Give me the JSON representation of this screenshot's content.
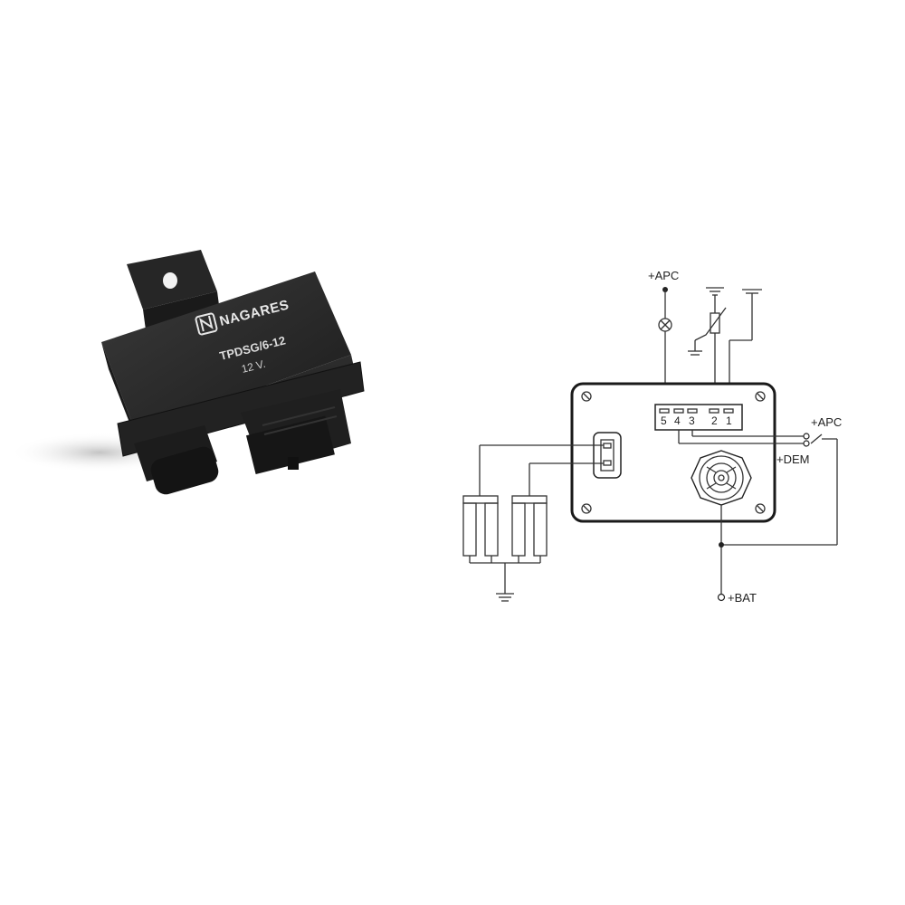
{
  "product": {
    "brand": "NAGARES",
    "model": "TPDSG/6-12",
    "voltage": "12 V.",
    "body_color": "#2a2a2a"
  },
  "diagram": {
    "labels": {
      "apc_top": "+APC",
      "apc_right": "+APC",
      "dem": "+DEM",
      "bat": "+BAT"
    },
    "connector_pins": [
      "5",
      "4",
      "3",
      "2",
      "1"
    ],
    "symbols": [
      "lamp-icon",
      "thermistor-icon",
      "ground-icon",
      "switch-icon",
      "glow-plug-icon",
      "stud-terminal-icon"
    ]
  }
}
